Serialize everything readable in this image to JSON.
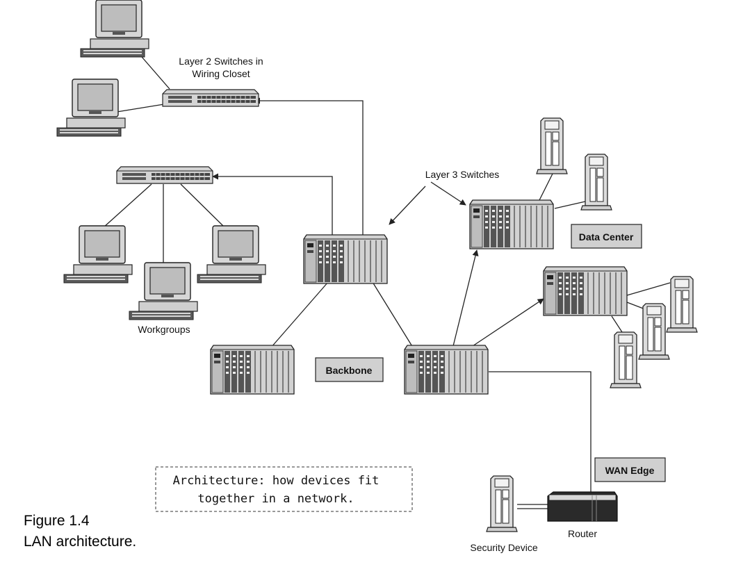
{
  "labels": {
    "layer2_line1": "Layer 2 Switches in",
    "layer2_line2": "Wiring Closet",
    "layer3": "Layer 3 Switches",
    "workgroups": "Workgroups",
    "data_center": "Data Center",
    "backbone": "Backbone",
    "wan_edge": "WAN Edge",
    "router": "Router",
    "security_device": "Security Device"
  },
  "note": {
    "line1": "Architecture: how devices fit",
    "line2": "together in a network."
  },
  "caption": {
    "line1": "Figure 1.4",
    "line2": "LAN architecture."
  },
  "colors": {
    "device_body": "#cfcfcf",
    "device_dark": "#4a4a4a",
    "label_box": "#d0d0d0",
    "line": "#222222"
  }
}
